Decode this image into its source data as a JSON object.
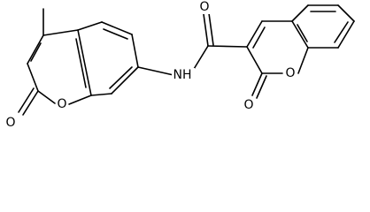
{
  "molecule": {
    "atom_labels": {
      "ring_o_left": "O",
      "carbonyl_o_left": "O",
      "amide_n": "NH",
      "amide_o": "O",
      "ring_o_right": "O",
      "carbonyl_o_right": "O"
    },
    "colors": {
      "ink": "#000000",
      "background": "#ffffff"
    }
  }
}
